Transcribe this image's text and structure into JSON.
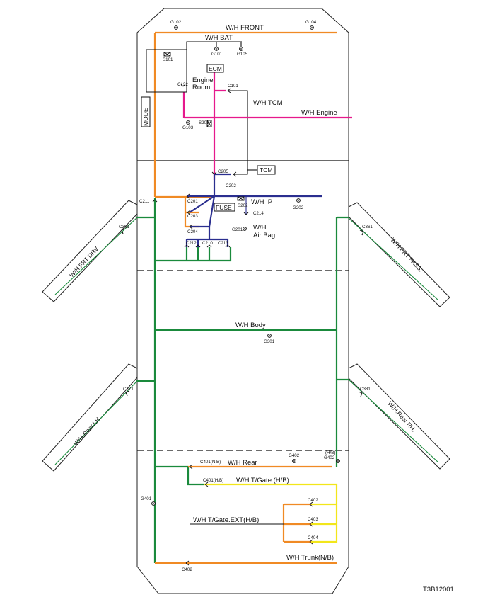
{
  "diagram_id": "T3B12001",
  "harnesses": {
    "front": "W/H FRONT",
    "bat": "W/H  BAT",
    "tcm": "W/H  TCM",
    "engine": "W/H Engine",
    "ip": "W/H IP",
    "airbag_1": "W/H",
    "airbag_2": "Air Bag",
    "body": "W/H Body",
    "rear": "W/H  Rear",
    "tgate": "W/H  T/Gate  (H/B)",
    "tgate_ext": "W/H  T/Gate.EXT(H/B)",
    "trunk": "W/H  Trunk(N/B)",
    "frt_drv": "W/H.FRT DRV",
    "frt_pass": "W/H.FRT PASS.",
    "rear_lh": "W/H.Rear  LH.",
    "rear_rh": "W/H.Rear  RH."
  },
  "components": {
    "ecm": "ECM",
    "tcm": "TCM",
    "fuse": "FUSE",
    "mode": "MODE",
    "engine_room_1": "Engine",
    "engine_room_2": "Room"
  },
  "connectors": {
    "g102": "G102",
    "g104": "G104",
    "g101": "G101",
    "g105": "G105",
    "s101": "S101",
    "c132": "C132",
    "c101": "C101",
    "g103": "G103",
    "s201": "S201",
    "c205": "C205",
    "c202": "C202",
    "c201": "C201",
    "c211": "C211",
    "s202": "S202",
    "g202": "G202",
    "c203": "C203",
    "c214": "C214",
    "c204": "C204",
    "g201": "G201",
    "c212": "C212",
    "c210": "C210",
    "c213": "C213",
    "c351": "C351",
    "c361": "C361",
    "g301": "G301",
    "c371": "C371",
    "c381": "C381",
    "hb": "(H/B)",
    "g402_a": "G402",
    "g402_b": "G402",
    "c401nb": "C401(N.B)",
    "c401hb": "C401(H/B)",
    "g401": "G401",
    "c402_a": "C402",
    "c403": "C403",
    "c404": "C404",
    "c402_b": "C402"
  },
  "colors": {
    "orange": "#f08a24",
    "green": "#1a8a3c",
    "navy": "#2a2e8f",
    "magenta": "#e6198c",
    "yellow": "#f2e61a"
  }
}
